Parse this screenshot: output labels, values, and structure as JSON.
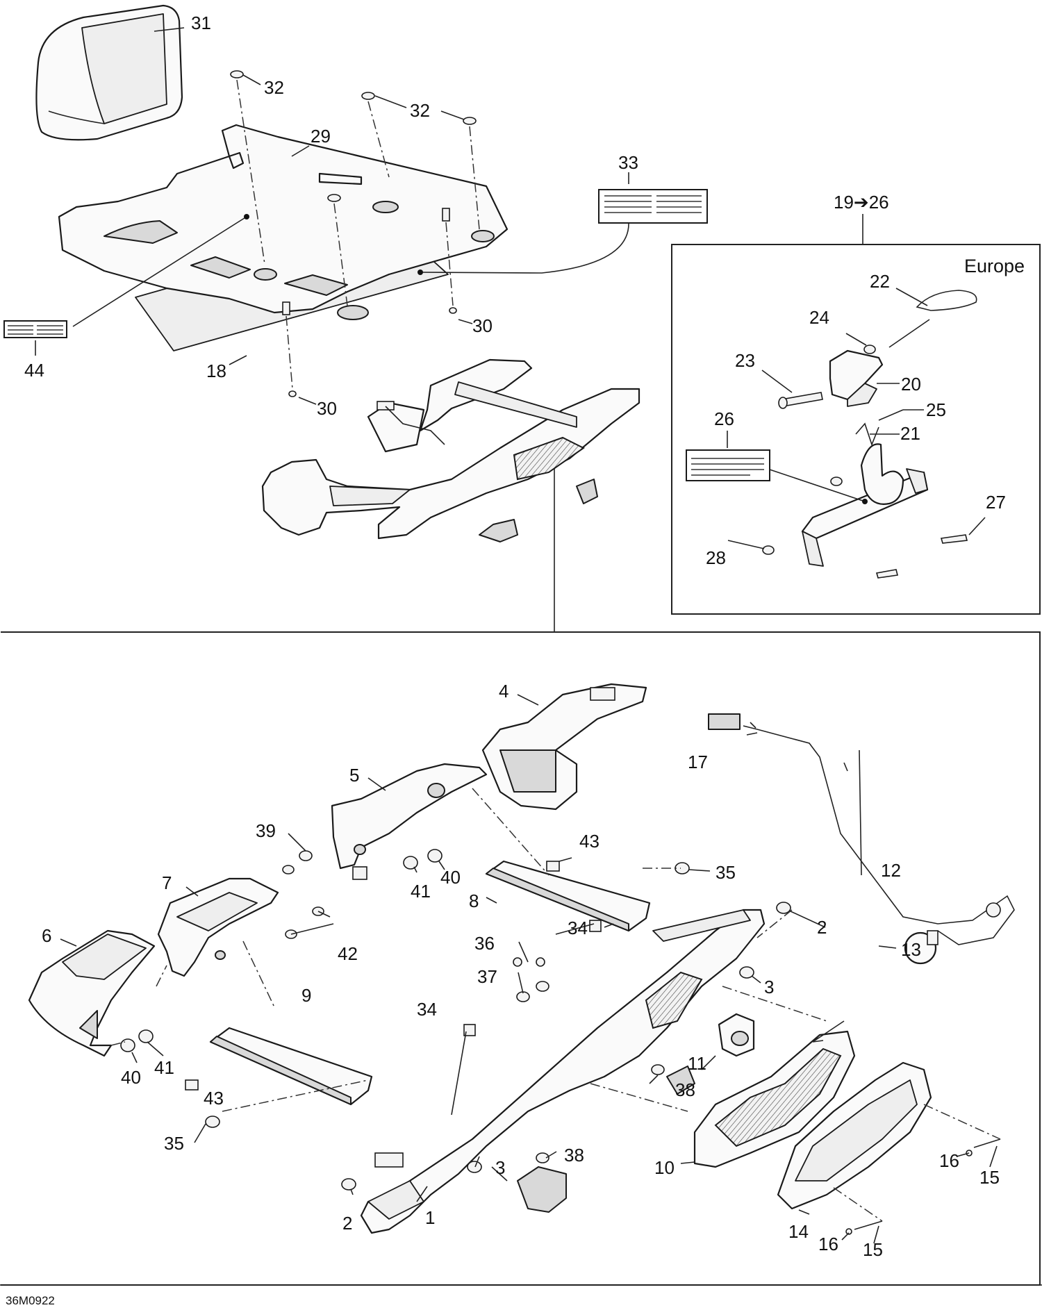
{
  "diagram": {
    "region_label": "Europe",
    "range_label": "19➔26",
    "reference_code": "36M0922",
    "callouts": [
      "1",
      "2",
      "2",
      "3",
      "3",
      "4",
      "5",
      "6",
      "7",
      "8",
      "9",
      "10",
      "11",
      "12",
      "13",
      "14",
      "15",
      "15",
      "16",
      "16",
      "17",
      "18",
      "20",
      "21",
      "22",
      "23",
      "24",
      "25",
      "26",
      "27",
      "28",
      "29",
      "30",
      "30",
      "31",
      "32",
      "32",
      "33",
      "34",
      "34",
      "35",
      "35",
      "36",
      "37",
      "38",
      "38",
      "39",
      "40",
      "40",
      "41",
      "41",
      "42",
      "43",
      "43",
      "44"
    ]
  }
}
